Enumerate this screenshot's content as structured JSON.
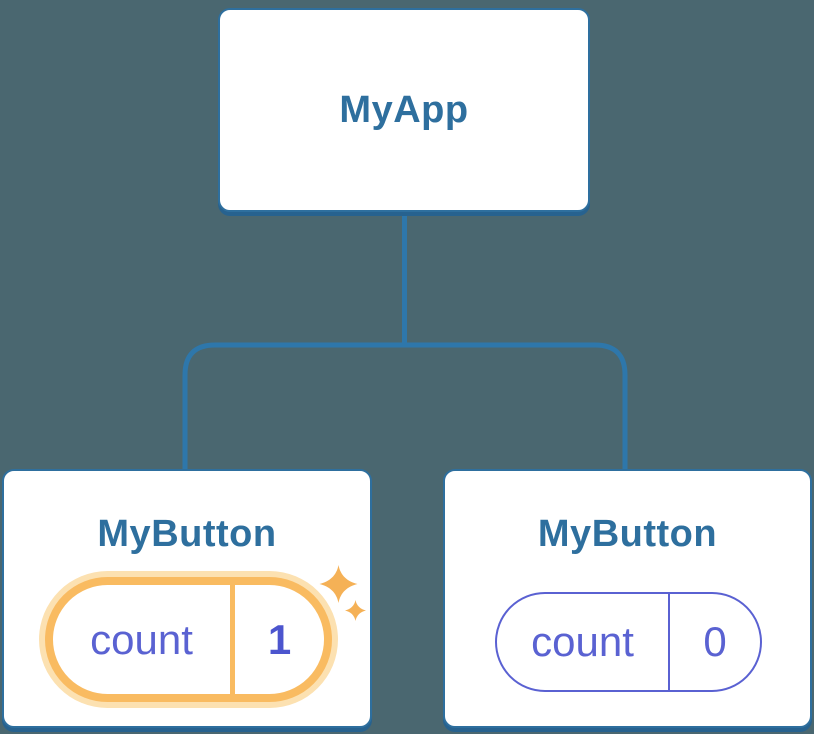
{
  "tree": {
    "root": {
      "label": "MyApp"
    },
    "children": [
      {
        "label": "MyButton",
        "state": {
          "name": "count",
          "value": "1"
        },
        "highlighted": true
      },
      {
        "label": "MyButton",
        "state": {
          "name": "count",
          "value": "0"
        },
        "highlighted": false
      }
    ]
  },
  "icons": {
    "sparkle": "four-point-star"
  },
  "colors": {
    "background": "#4a6770",
    "card_background": "#ffffff",
    "node_border": "#2e6f9e",
    "node_label": "#2e6f9e",
    "connector": "#2e77ab",
    "state_text": "#5a62d2",
    "state_border": "#5a61d2",
    "state_value_highlight": "#4c55ce",
    "highlight_ring": "#f9bb61",
    "highlight_glow": "#fce1b1",
    "sparkle": "#f5b156"
  }
}
